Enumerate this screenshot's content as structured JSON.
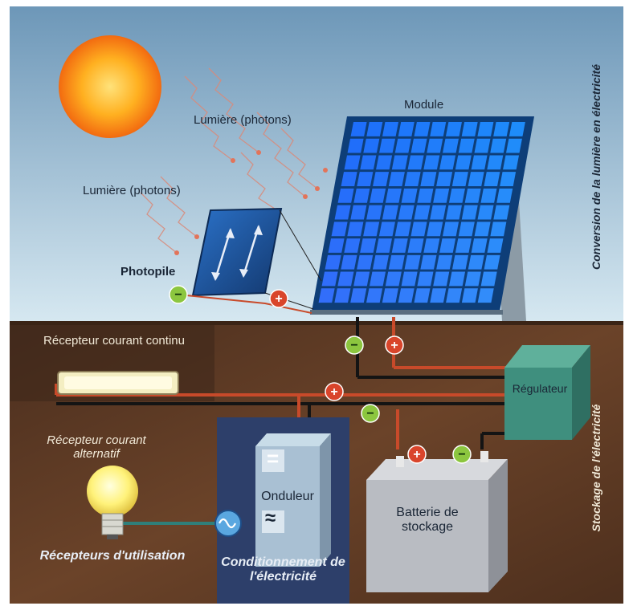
{
  "labels": {
    "module": "Module",
    "light_1": "Lumière (photons)",
    "light_2": "Lumière (photons)",
    "photocell": "Photopile",
    "dc_receiver": "Récepteur courant continu",
    "ac_receiver": "Récepteur courant alternatif",
    "regulator": "Régulateur",
    "inverter": "Onduleur",
    "battery": "Batterie de stockage",
    "usage_receivers": "Récepteurs d'utilisation",
    "conditioning": "Conditionnement de l'électricité",
    "vertical_top": "Conversion de la lumière en électricité",
    "vertical_bottom": "Stockage de l'électricité"
  },
  "symbols": {
    "minus": "−",
    "plus": "+",
    "inverter_dc": "=",
    "inverter_ac": "≈"
  },
  "colors": {
    "sky_top": "#6d97b8",
    "sky_bottom": "#cfe3ee",
    "ground": "#5b3a26",
    "panel": "#1d6fb8",
    "conditioning_panel": "#2d3f6a",
    "battery": "#b9bcc2",
    "regulator": "#3f8f7e",
    "minus_badge": "#8cc63f",
    "plus_badge": "#d9452b",
    "wire_dark": "#141414",
    "wire_red": "#c84a2a"
  }
}
